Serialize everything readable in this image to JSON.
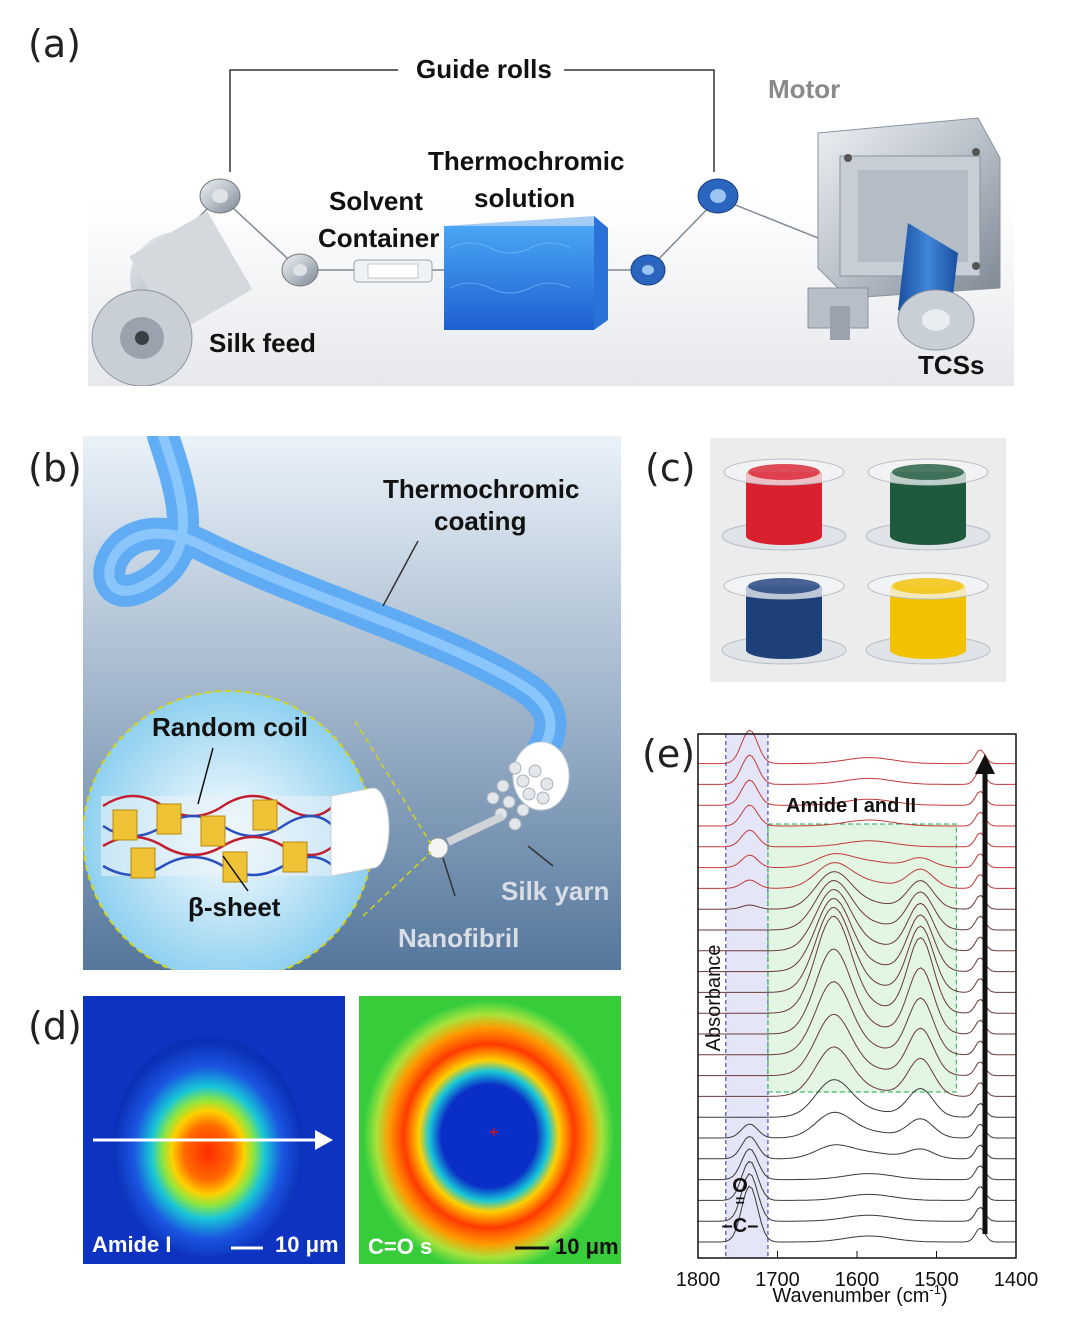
{
  "panels": {
    "a": {
      "label": "(a)",
      "guide_rolls": "Guide rolls",
      "motor": "Motor",
      "thermochromic_solution_line1": "Thermochromic",
      "thermochromic_solution_line2": "solution",
      "solvent_container_line1": "Solvent",
      "solvent_container_line2": "Container",
      "silk_feed": "Silk feed",
      "tcss": "TCSs"
    },
    "b": {
      "label": "(b)",
      "coating_line1": "Thermochromic",
      "coating_line2": "coating",
      "random_coil": "Random coil",
      "beta_sheet": "β-sheet",
      "silk_yarn": "Silk yarn",
      "nanofibril": "Nanofibril"
    },
    "c": {
      "label": "(c)",
      "spool_colors": [
        "#d9202e",
        "#1f5a3c",
        "#1d3f7a",
        "#f2c200"
      ]
    },
    "d": {
      "label": "(d)",
      "left_caption": "Amide I",
      "left_scale": "10 μm",
      "right_caption": "C=O s",
      "right_scale": "10 μm"
    },
    "e": {
      "label": "(e)",
      "annotation": "Amide I and II",
      "carbonyl_o": "O",
      "carbonyl_c": "–C–"
    }
  },
  "chart_data": {
    "type": "line",
    "title": "",
    "xlabel": "Wavenumber (cm-1)",
    "ylabel": "Absorbance",
    "x_ticks": [
      1800,
      1700,
      1600,
      1500,
      1400
    ],
    "xlim": [
      1800,
      1400
    ],
    "x_reversed": true,
    "series_count": 24,
    "highlight_bands": [
      {
        "name": "carbonyl",
        "xmin": 1765,
        "xmax": 1712,
        "color": "#6f6fd6"
      },
      {
        "name": "amide",
        "xmin": 1712,
        "xmax": 1475,
        "color": "#7fd07f"
      }
    ],
    "peaks": [
      1735,
      1630,
      1520,
      1445
    ],
    "arrow": "upward, near 1440 cm-1"
  }
}
